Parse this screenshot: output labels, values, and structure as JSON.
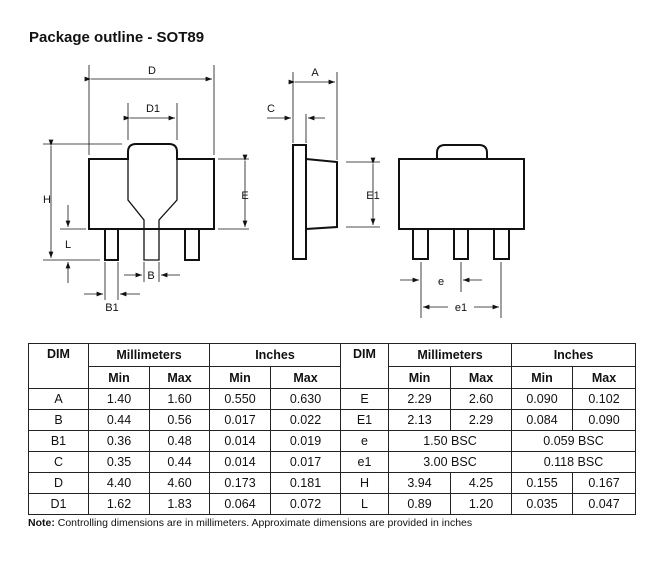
{
  "title": "Package outline - SOT89",
  "labels": {
    "D": "D",
    "D1": "D1",
    "H": "H",
    "L": "L",
    "E": "E",
    "B": "B",
    "B1": "B1",
    "A": "A",
    "C": "C",
    "E1": "E1",
    "e": "e",
    "e1": "e1"
  },
  "table": {
    "headers": {
      "dim": "DIM",
      "mm": "Millimeters",
      "in": "Inches",
      "min": "Min",
      "max": "Max"
    },
    "rows": [
      [
        "A",
        "1.40",
        "1.60",
        "0.550",
        "0.630",
        "E",
        "2.29",
        "2.60",
        "0.090",
        "0.102"
      ],
      [
        "B",
        "0.44",
        "0.56",
        "0.017",
        "0.022",
        "E1",
        "2.13",
        "2.29",
        "0.084",
        "0.090"
      ],
      [
        "B1",
        "0.36",
        "0.48",
        "0.014",
        "0.019",
        "e",
        "1.50 BSC",
        null,
        "0.059 BSC",
        null
      ],
      [
        "C",
        "0.35",
        "0.44",
        "0.014",
        "0.017",
        "e1",
        "3.00 BSC",
        null,
        "0.118 BSC",
        null
      ],
      [
        "D",
        "4.40",
        "4.60",
        "0.173",
        "0.181",
        "H",
        "3.94",
        "4.25",
        "0.155",
        "0.167"
      ],
      [
        "D1",
        "1.62",
        "1.83",
        "0.064",
        "0.072",
        "L",
        "0.89",
        "1.20",
        "0.035",
        "0.047"
      ]
    ]
  },
  "note": {
    "label": "Note:",
    "text": " Controlling dimensions are in millimeters. Approximate dimensions are provided in inches"
  }
}
